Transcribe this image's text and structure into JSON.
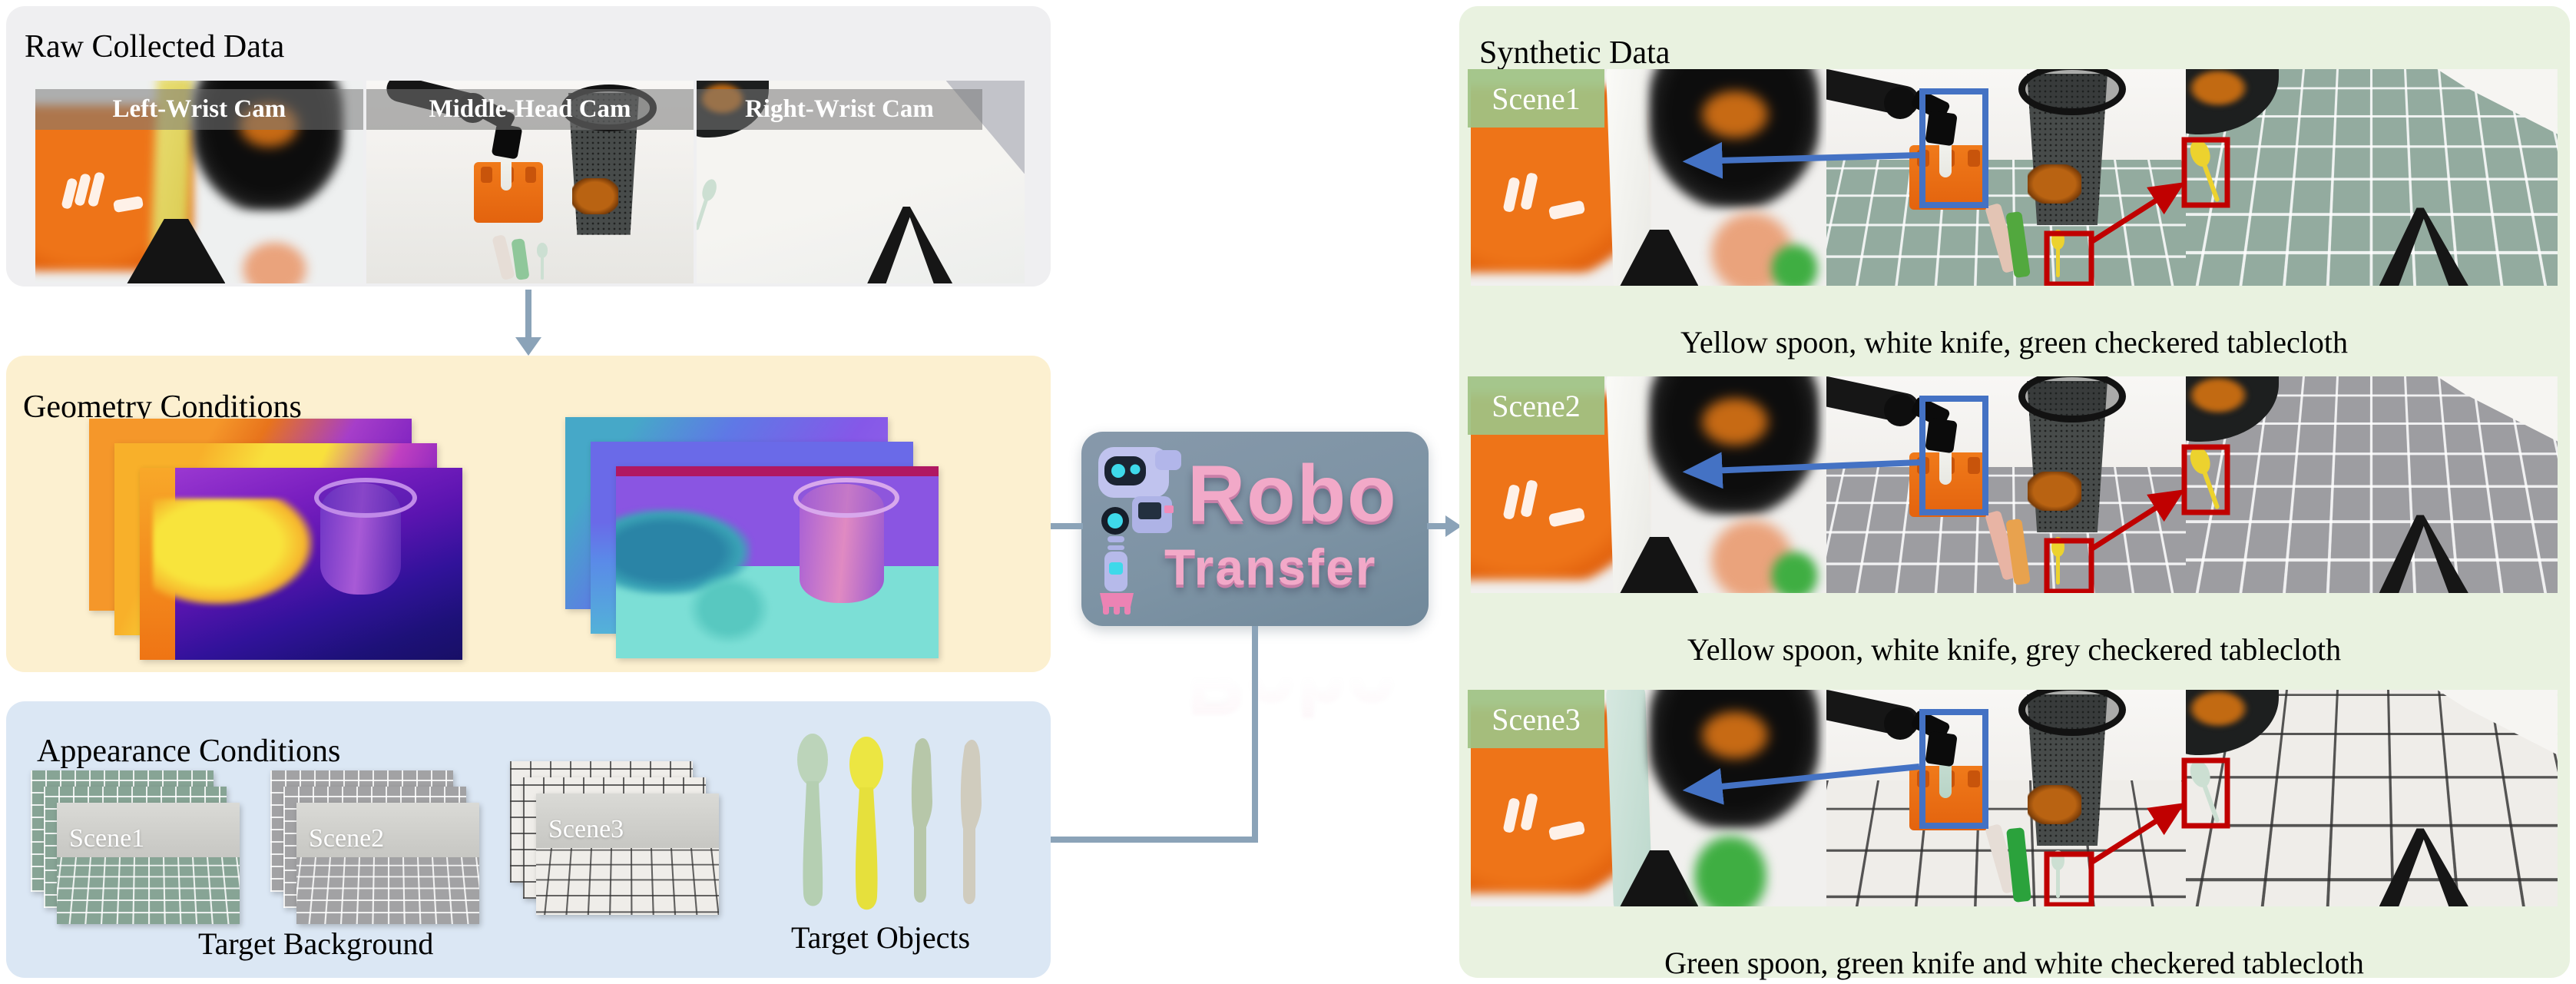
{
  "figure": {
    "raw": {
      "title": "Raw Collected Data",
      "cameras": [
        {
          "label": "Left-Wrist Cam"
        },
        {
          "label": "Middle-Head Cam"
        },
        {
          "label": "Right-Wrist Cam"
        }
      ]
    },
    "geometry": {
      "title": "Geometry Conditions"
    },
    "appearance": {
      "title": "Appearance Conditions",
      "scenes": [
        {
          "label": "Scene1"
        },
        {
          "label": "Scene2"
        },
        {
          "label": "Scene3"
        }
      ],
      "background_caption": "Target Background",
      "objects_caption": "Target Objects"
    },
    "logo": {
      "word1": "Robo",
      "word2": "Transfer"
    },
    "synthetic": {
      "title": "Synthetic Data",
      "rows": [
        {
          "badge": "Scene1",
          "caption": "Yellow spoon, white knife, green checkered tablecloth"
        },
        {
          "badge": "Scene2",
          "caption": "Yellow spoon, white knife, grey checkered tablecloth"
        },
        {
          "badge": "Scene3",
          "caption": "Green spoon, green knife and white checkered tablecloth"
        }
      ]
    }
  },
  "colors": {
    "panel_raw": "#efeff1",
    "panel_geometry": "#fcf0d0",
    "panel_appearance": "#dbe7f4",
    "panel_synthetic": "#e9f2e0",
    "scene_badge_green": "#9fc384",
    "connector_blue_grey": "#8ba3b8",
    "annotation_blue": "#4472c4",
    "annotation_red": "#c00000",
    "logo_background": "#7d93a4",
    "logo_pink": "#f2a9c8"
  }
}
